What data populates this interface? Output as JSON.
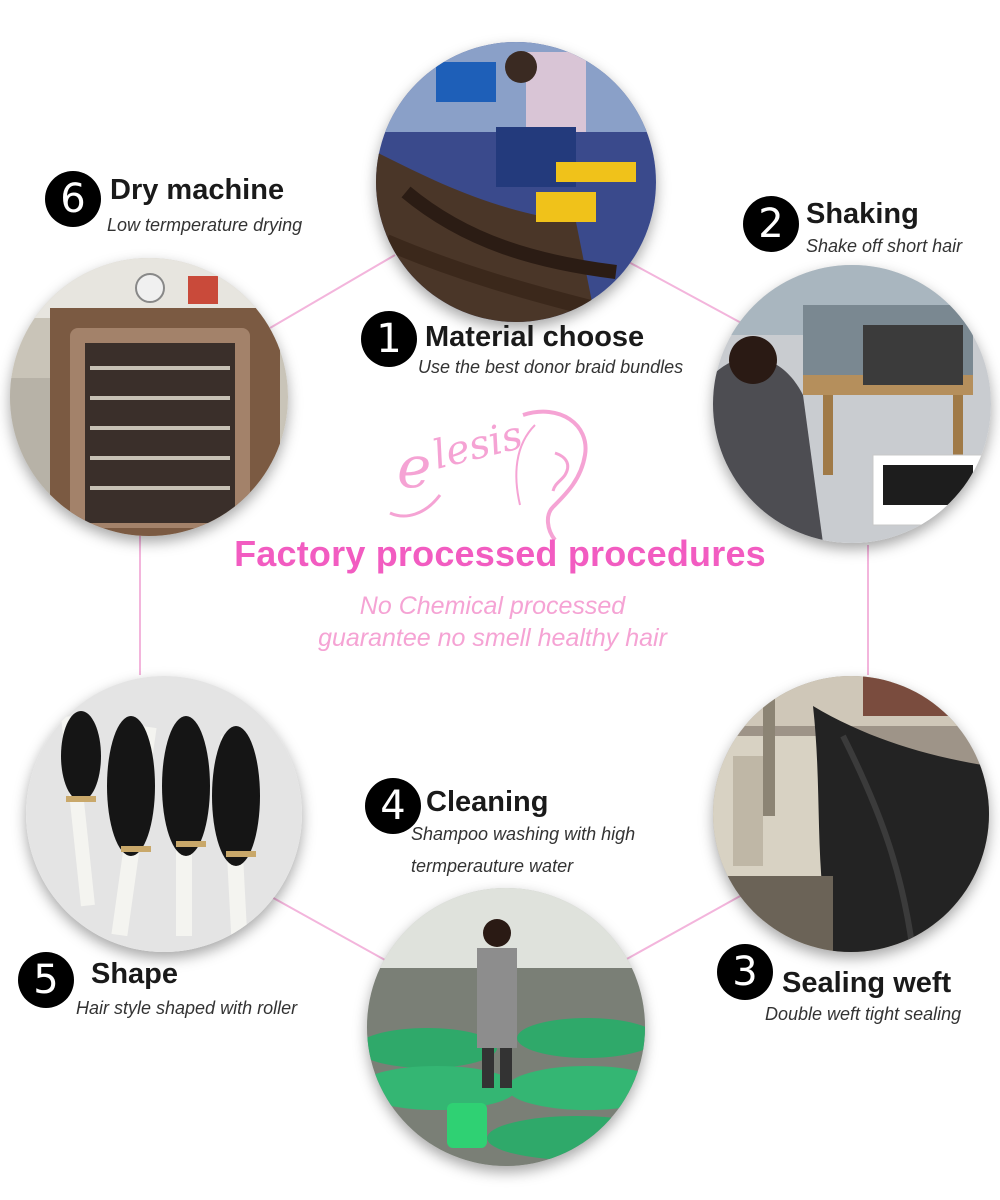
{
  "brand": {
    "logo_text": "elesis",
    "headline": "Factory processed procedures",
    "subline1": "No Chemical processed",
    "subline2": "guarantee no smell healthy hair"
  },
  "colors": {
    "accent_pink": "#f25cc1",
    "soft_pink": "#f5a3d4",
    "connector_pink": "#f3b5dc",
    "badge_black": "#000000"
  },
  "steps": [
    {
      "number": "1",
      "title": "Material choose",
      "desc": "Use the best donor braid bundles"
    },
    {
      "number": "2",
      "title": "Shaking",
      "desc": "Shake off short hair"
    },
    {
      "number": "3",
      "title": "Sealing weft",
      "desc": "Double weft tight sealing"
    },
    {
      "number": "4",
      "title": "Cleaning",
      "desc_line1": "Shampoo washing  with high",
      "desc_line2": "termperauture water"
    },
    {
      "number": "5",
      "title": "Shape",
      "desc": "Hair style shaped with roller"
    },
    {
      "number": "6",
      "title": "Dry machine",
      "desc": "Low termperature drying"
    }
  ]
}
